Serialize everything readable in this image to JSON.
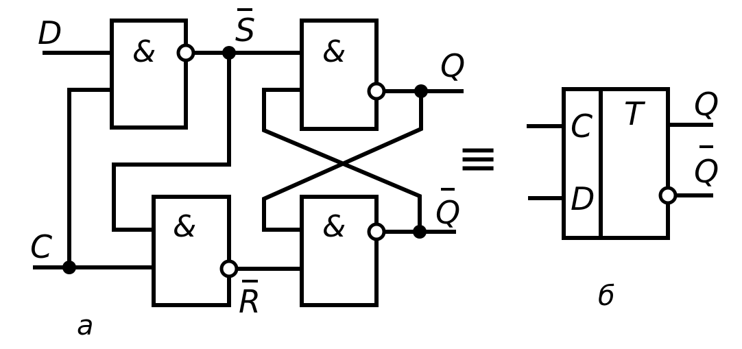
{
  "part_a": {
    "caption": "a",
    "inputs": {
      "d": "D",
      "c": "C"
    },
    "gate_symbol": "&",
    "nodes": {
      "s_bar": "S",
      "r_bar": "R"
    },
    "outputs": {
      "q": "Q",
      "q_bar": "Q"
    }
  },
  "part_b": {
    "caption": "б",
    "inputs": {
      "c": "C",
      "d": "D"
    },
    "type_label": "T",
    "outputs": {
      "q": "Q",
      "q_bar": "Q"
    }
  },
  "equivalence_symbol": "≡"
}
